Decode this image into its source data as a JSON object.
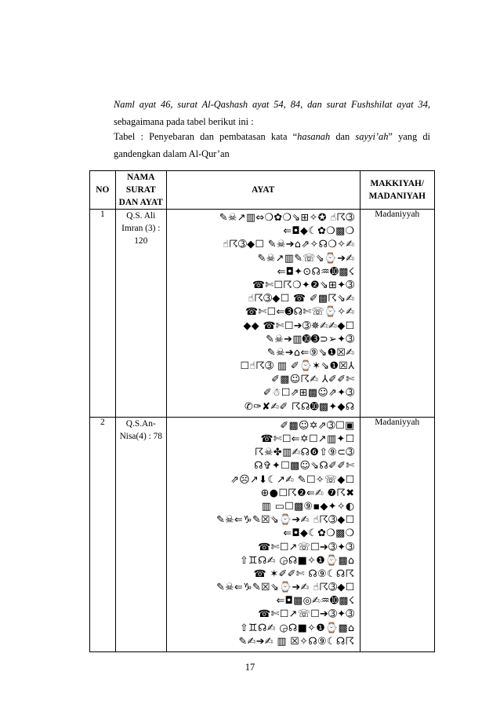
{
  "intro": {
    "line1_italic": "Naml ayat 46, surat Al-Qashash ayat 54, 84, dan surat Fushshilat ayat 34,",
    "line2": "sebagaimana pada tabel berikut ini :",
    "caption_prefix": "Tabel : Penyebaran dan pembatasan kata “",
    "caption_term1": "hasanah",
    "caption_mid": " dan ",
    "caption_term2": "sayyi’ah",
    "caption_suffix": "” yang di",
    "caption_line2": "gandengkan dalam Al-Qur’an"
  },
  "table": {
    "headers": {
      "no": "NO",
      "surat": "NAMA SURAT DAN AYAT",
      "ayat": "AYAT",
      "type": "MAKKIYAH/ MADANIYAH"
    },
    "rows": [
      {
        "no": "1",
        "surat": "Q.S. Ali Imran (3) : 120",
        "type": "Madaniyyah",
        "ayat_lines": [
          "✎☠↗▥⇔❍✿❍⇘⊞✧✪ ☝☈➂",
          "⇐◘◆☾✿❍▩❍",
          "☝☈➂◆☐ ✎☠➔⌂⇗✧☊❍✧✍",
          "✎☠↗▥✎☏⇘⌚➔✍",
          "⇐◘✦⊙☊♒➓▩☇",
          "☎✄☐☈❍✦❷⇘⊞✦➂",
          "☝☈➂◆☐ ☎ ✐▩☈⇘✍",
          "☎✄☐⇐➌☊✄☏⌚✧✍",
          "◆◆ ☎✄☐➔➂✵✍✍◆☐",
          "✎☠➔▥➓➌⊃➢✦➂",
          "✎☠➔⌂⇐⑨⇘❶☒✍",
          "☐☝☈➂ ▥ ✐⌚✶⇘❶☒⅄",
          "✐▩☺☈✍ ⅄✐✐✄",
          "✐☃☐⇗⊞▩☺⇗✦➂",
          "✆✑✘✍✐ ☈☊➓▩✦◆☊"
        ]
      },
      {
        "no": "2",
        "surat": "Q.S.An-Nisa(4) : 78",
        "type": "Madaniyyah",
        "ayat_lines": [
          "✐▩☺✡⇗➂☐▣",
          "☎✄☐⇐✡☐↗▥✦☐",
          "☈☠✤▥✍☊❻⇧⑨⊂➂",
          "☊✞✦☐▩☺⇘☊✐✐✄",
          "⇗☹↗⬇☾↗✍ ✎☐✧☏◆☐",
          "⊕●☐☈❷⇐✍ ❼☈✖",
          "▥ ▭☐▩⑨▪◆✦✧◐",
          "✎☠⇐♑✎☒⇘⌚➔✍ ☝☈➂◆☐",
          "⇐◘◆☾✿❍▩❍",
          "☎✄☐↗☏☐➔➂✦➂",
          "⇧♊☊✍ ◶☊■✧❶⌚▩⌂",
          "☎ ✶✐✐✄ ☊⑨☾☊☈",
          "✎☠⇐♑✎☒⇘⌚➔✍ ☝☈➂◆☐",
          "⇐◘▩◎✍♒➓▩☇",
          "☎✄☐↗☏☐➔➂✦➂",
          "⇧♊☊✍ ◶☊■✧❶⌚▩⌂",
          "✎✍➔✍ ▥ ☒✧☊⑨☾☊☈"
        ]
      }
    ]
  },
  "page_number": "17"
}
